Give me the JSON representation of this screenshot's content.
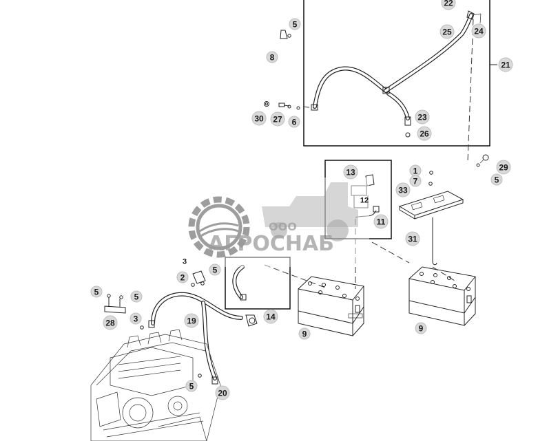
{
  "diagram": {
    "callouts": [
      {
        "id": "c22",
        "label": "22"
      },
      {
        "id": "c5a",
        "label": "5"
      },
      {
        "id": "c25",
        "label": "25"
      },
      {
        "id": "c24",
        "label": "24"
      },
      {
        "id": "c8",
        "label": "8"
      },
      {
        "id": "c21",
        "label": "21"
      },
      {
        "id": "c30",
        "label": "30"
      },
      {
        "id": "c27",
        "label": "27"
      },
      {
        "id": "c6",
        "label": "6"
      },
      {
        "id": "c23",
        "label": "23"
      },
      {
        "id": "c26",
        "label": "26"
      },
      {
        "id": "c29",
        "label": "29"
      },
      {
        "id": "c5b",
        "label": "5"
      },
      {
        "id": "c13",
        "label": "13"
      },
      {
        "id": "c1",
        "label": "1"
      },
      {
        "id": "c7",
        "label": "7"
      },
      {
        "id": "c33",
        "label": "33"
      },
      {
        "id": "c12",
        "label": "12"
      },
      {
        "id": "c11",
        "label": "11"
      },
      {
        "id": "c31",
        "label": "31"
      },
      {
        "id": "c3a",
        "label": "3"
      },
      {
        "id": "c5c",
        "label": "5"
      },
      {
        "id": "c2",
        "label": "2"
      },
      {
        "id": "c5d",
        "label": "5"
      },
      {
        "id": "c5e",
        "label": "5"
      },
      {
        "id": "c28",
        "label": "28"
      },
      {
        "id": "c3b",
        "label": "3"
      },
      {
        "id": "c19",
        "label": "19"
      },
      {
        "id": "c14",
        "label": "14"
      },
      {
        "id": "c9a",
        "label": "9"
      },
      {
        "id": "c9b",
        "label": "9"
      },
      {
        "id": "c5f",
        "label": "5"
      },
      {
        "id": "c20",
        "label": "20"
      }
    ]
  },
  "watermark": {
    "company_prefix": "ООО",
    "company_name": "АГРОСНАБ"
  }
}
